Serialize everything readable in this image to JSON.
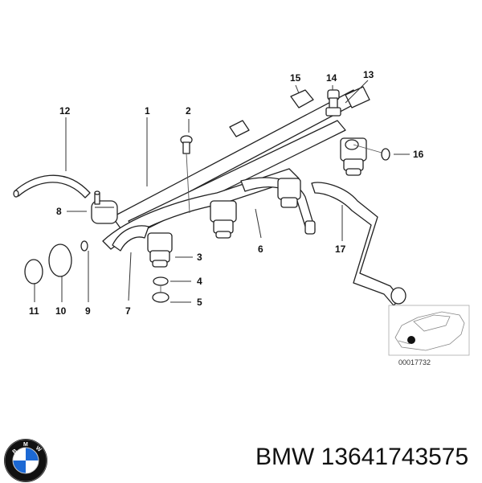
{
  "diagram": {
    "title": "Fuel injection rail parts diagram",
    "callouts": [
      {
        "id": "1",
        "label": "1",
        "part": "fuel rail"
      },
      {
        "id": "2",
        "label": "2",
        "part": "bolt"
      },
      {
        "id": "3",
        "label": "3",
        "part": "injector"
      },
      {
        "id": "4",
        "label": "4",
        "part": "o-ring"
      },
      {
        "id": "5",
        "label": "5",
        "part": "o-ring"
      },
      {
        "id": "6",
        "label": "6",
        "part": "injector"
      },
      {
        "id": "7",
        "label": "7",
        "part": "fuel line"
      },
      {
        "id": "8",
        "label": "8",
        "part": "pressure regulator"
      },
      {
        "id": "9",
        "label": "9",
        "part": "seal ring"
      },
      {
        "id": "10",
        "label": "10",
        "part": "o-ring"
      },
      {
        "id": "11",
        "label": "11",
        "part": "o-ring"
      },
      {
        "id": "12",
        "label": "12",
        "part": "vacuum hose"
      },
      {
        "id": "13",
        "label": "13",
        "part": "fuel rail end"
      },
      {
        "id": "14",
        "label": "14",
        "part": "test valve"
      },
      {
        "id": "15",
        "label": "15",
        "part": "clip"
      },
      {
        "id": "16",
        "label": "16",
        "part": "o-ring"
      },
      {
        "id": "17",
        "label": "17",
        "part": "fuel hose"
      }
    ],
    "inset": {
      "reference_number": "00017732",
      "icon": "car-location-icon"
    }
  },
  "footer": {
    "brand_logo": "bmw-logo",
    "logo_letters": "BMW",
    "part_number_text": "BMW 13641743575"
  },
  "colors": {
    "logo_blue": "#1c69d4",
    "logo_ring": "#111111",
    "line": "#222222"
  }
}
